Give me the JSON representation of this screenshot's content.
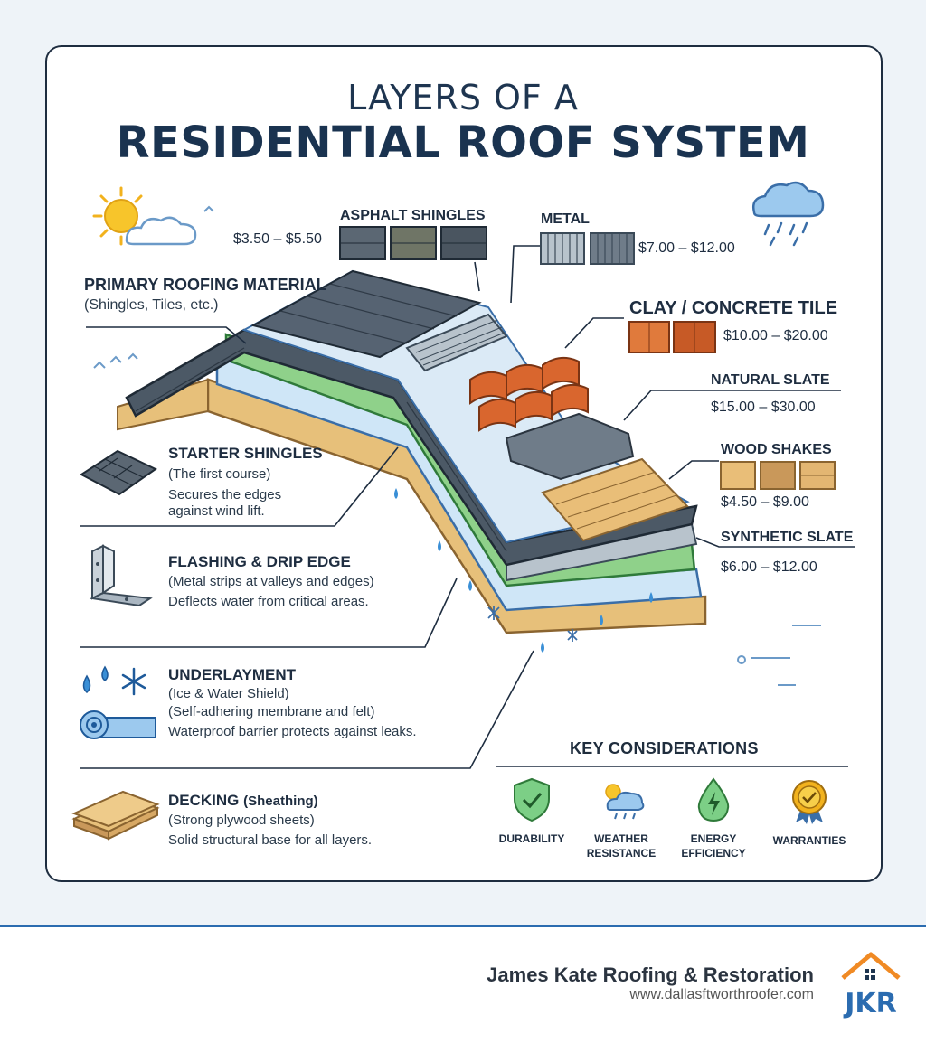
{
  "title": {
    "line1": "LAYERS OF A",
    "line2": "RESIDENTIAL ROOF SYSTEM"
  },
  "primary": {
    "heading": "PRIMARY ROOFING MATERIAL",
    "sub": "(Shingles, Tiles, etc.)"
  },
  "materials": [
    {
      "name": "ASPHALT SHINGLES",
      "price": "$3.50 – $5.50"
    },
    {
      "name": "METAL",
      "price": "$7.00 – $12.00"
    },
    {
      "name": "CLAY / CONCRETE TILE",
      "price": "$10.00 – $20.00"
    },
    {
      "name": "NATURAL SLATE",
      "price": "$15.00 – $30.00"
    },
    {
      "name": "WOOD SHAKES",
      "price": "$4.50 – $9.00"
    },
    {
      "name": "SYNTHETIC SLATE",
      "price": "$6.00 – $12.00"
    }
  ],
  "layers": [
    {
      "heading": "STARTER SHINGLES",
      "line1": "(The first course)",
      "line2": "Secures the edges",
      "line3": "against wind lift.",
      "icon": "starter-shingles-icon"
    },
    {
      "heading": "FLASHING & DRIP EDGE",
      "line1": "(Metal strips at valleys and edges)",
      "line2": "Deflects water from critical areas.",
      "icon": "flashing-bracket-icon"
    },
    {
      "heading": "UNDERLAYMENT",
      "line1": "(Ice & Water Shield)",
      "line2": "(Self-adhering membrane and felt)",
      "line3": "Waterproof barrier protects against leaks.",
      "icon": "underlayment-roll-icon"
    },
    {
      "heading": "DECKING",
      "heading_suffix": "(Sheathing)",
      "line1": "(Strong plywood sheets)",
      "line2": "Solid structural base for all layers.",
      "icon": "plywood-icon"
    }
  ],
  "key_considerations": {
    "title": "KEY CONSIDERATIONS",
    "items": [
      {
        "label1": "DURABILITY",
        "label2": "",
        "icon": "shield-check-icon"
      },
      {
        "label1": "WEATHER",
        "label2": "RESISTANCE",
        "icon": "weather-cloud-icon"
      },
      {
        "label1": "ENERGY",
        "label2": "EFFICIENCY",
        "icon": "energy-drop-icon"
      },
      {
        "label1": "WARRANTIES",
        "label2": "",
        "icon": "warranty-badge-icon"
      }
    ]
  },
  "footer": {
    "company": "James Kate Roofing & Restoration",
    "url": "www.dallasftworthroofer.com",
    "logo_text": "JKR"
  },
  "colors": {
    "navy": "#1e3550",
    "accent_blue": "#2b6cb0",
    "green_layer": "#8fd18a",
    "wood": "#e7c07a",
    "underlay_blue": "#cfe6f7",
    "tile_orange": "#d9662e",
    "logo_orange": "#f08a24"
  }
}
